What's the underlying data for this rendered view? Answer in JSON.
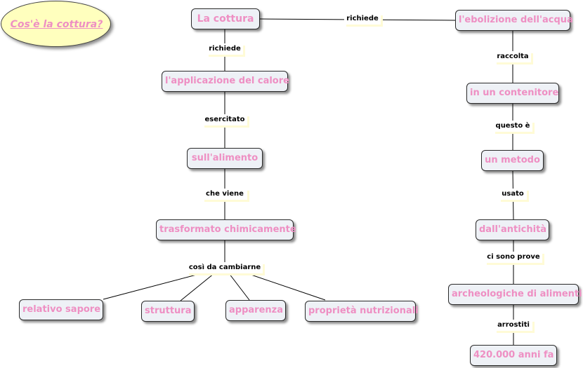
{
  "title": "Cos'è la cottura?",
  "colors": {
    "node_text": "#ee8fc3",
    "node_fill": "#eef1f6",
    "title_fill": "#ffffbe",
    "line": "#000000"
  },
  "nodes": {
    "cottura": "La cottura",
    "applicazione": "l'applicazione del calore",
    "alimento": "sull'alimento",
    "trasformato": "trasformato chimicamente",
    "sapore": "relativo sapore",
    "struttura": "struttura",
    "apparenza": "apparenza",
    "proprieta": "proprietà nutrizionali",
    "ebolizione": "l'ebolizione dell'acqua",
    "contenitore": "in un contenitore",
    "metodo": "un metodo",
    "antichita": "dall'antichità",
    "archeologiche": "archeologiche di alimenti",
    "anni": "420.000 anni fa"
  },
  "links": {
    "richiede_right": "richiede",
    "richiede_down": "richiede",
    "esercitato": "esercitato",
    "che_viene": "che viene",
    "cosi": "così da cambiarne",
    "raccolta": "raccolta",
    "questo_e": "questo è",
    "usato": "usato",
    "ci_sono_prove": "ci sono prove",
    "arrostiti": "arrostiti"
  }
}
